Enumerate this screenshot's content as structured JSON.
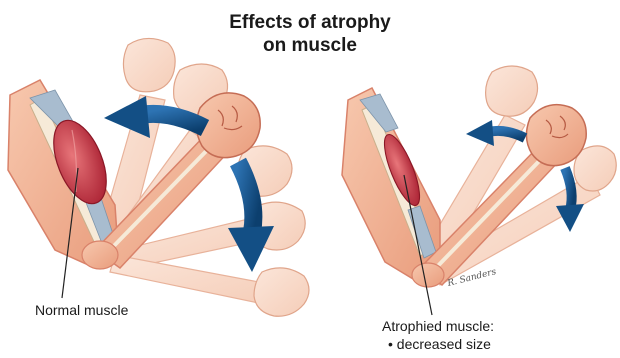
{
  "title": {
    "line1": "Effects of atrophy",
    "line2": "on muscle"
  },
  "labels": {
    "normal": "Normal muscle",
    "atrophied": "Atrophied muscle:",
    "atrophied_point": "• decreased size",
    "signature": "R. Sanders"
  },
  "colors": {
    "skin": "#f2b596",
    "skin_light": "#f9dccd",
    "skin_outline": "#d9826a",
    "muscle": "#c0273a",
    "muscle_highlight": "#e46a6f",
    "tendon": "#9fb3c8",
    "arrow": "#0f4c81"
  }
}
